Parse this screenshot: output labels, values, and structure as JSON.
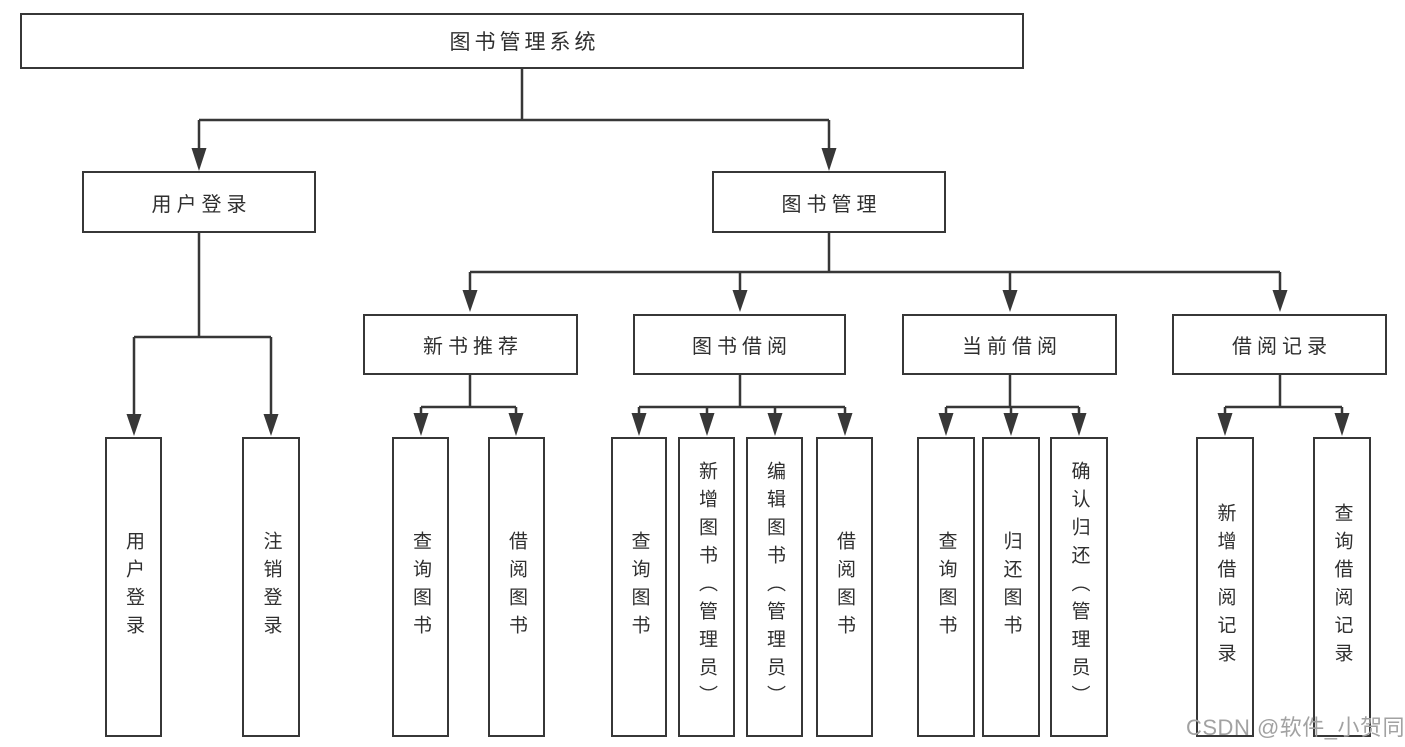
{
  "diagram": {
    "title": "图书管理系统",
    "root": {
      "label": "图书管理系统"
    },
    "level2": [
      {
        "label": "用户登录",
        "children": [
          {
            "label": "用户登录"
          },
          {
            "label": "注销登录"
          }
        ]
      },
      {
        "label": "图书管理",
        "children": [
          {
            "label": "新书推荐",
            "children": [
              {
                "label": "查询图书"
              },
              {
                "label": "借阅图书"
              }
            ]
          },
          {
            "label": "图书借阅",
            "children": [
              {
                "label": "查询图书"
              },
              {
                "label": "新增图书（管理员）"
              },
              {
                "label": "编辑图书（管理员）"
              },
              {
                "label": "借阅图书"
              }
            ]
          },
          {
            "label": "当前借阅",
            "children": [
              {
                "label": "查询图书"
              },
              {
                "label": "归还图书"
              },
              {
                "label": "确认归还（管理员）"
              }
            ]
          },
          {
            "label": "借阅记录",
            "children": [
              {
                "label": "新增借阅记录"
              },
              {
                "label": "查询借阅记录"
              }
            ]
          }
        ]
      }
    ]
  },
  "watermark": {
    "text": "CSDN @软件_小贺同学"
  },
  "colors": {
    "line": "#373737",
    "text": "#2f2f2f",
    "background": "#ffffff",
    "watermark": "#a2a2a2"
  }
}
